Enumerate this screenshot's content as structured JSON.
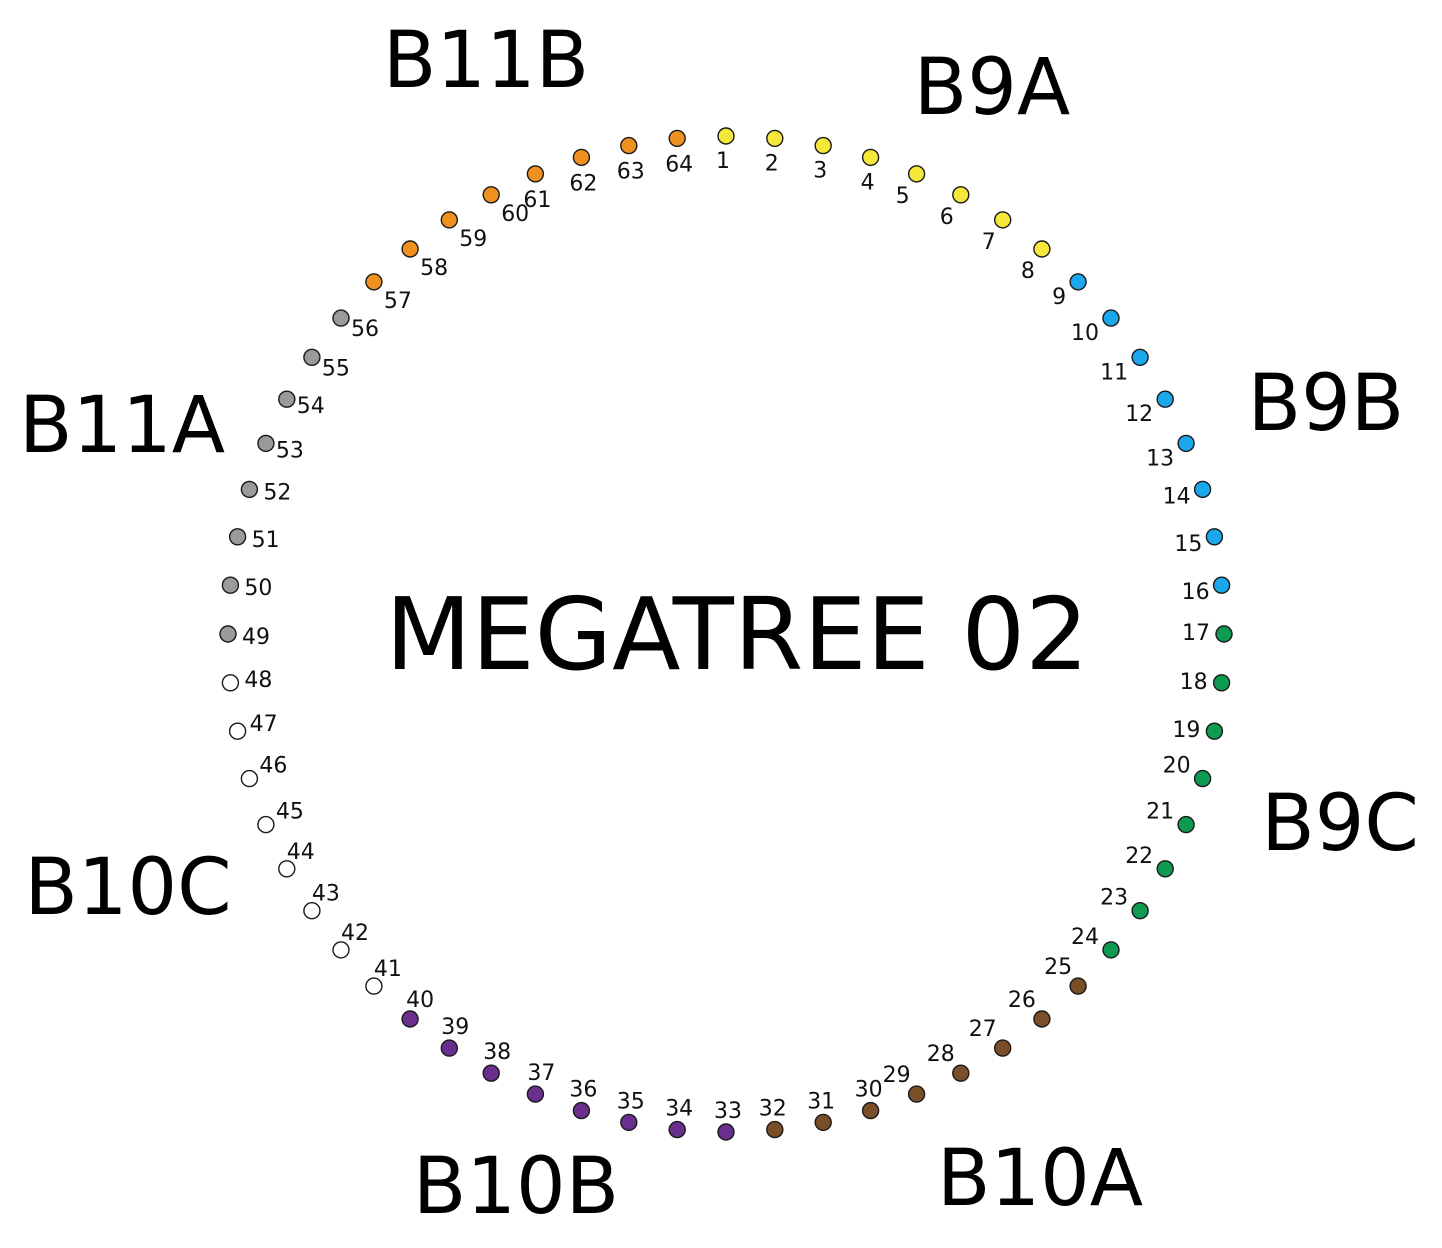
{
  "title": "MEGATREE 02",
  "colors": {
    "yellow": "#f5e83a",
    "blue": "#1aa7ec",
    "green": "#0f9a52",
    "brown": "#7a4f28",
    "purple": "#6a2e8f",
    "white": "#ffffff",
    "gray": "#9a9a9a",
    "orange": "#f0901e"
  },
  "groups": [
    {
      "label": "B9A",
      "color": "yellow",
      "first": 1,
      "last": 8
    },
    {
      "label": "B9B",
      "color": "blue",
      "first": 9,
      "last": 16
    },
    {
      "label": "B9C",
      "color": "green",
      "first": 17,
      "last": 24
    },
    {
      "label": "B10A",
      "color": "brown",
      "first": 25,
      "last": 32
    },
    {
      "label": "B10B",
      "color": "purple",
      "first": 33,
      "last": 40
    },
    {
      "label": "B10C",
      "color": "white",
      "first": 41,
      "last": 48
    },
    {
      "label": "B11A",
      "color": "gray",
      "first": 49,
      "last": 56
    },
    {
      "label": "B11B",
      "color": "orange",
      "first": 57,
      "last": 64
    }
  ],
  "nodes": [
    "1",
    "2",
    "3",
    "4",
    "5",
    "6",
    "7",
    "8",
    "9",
    "10",
    "11",
    "12",
    "13",
    "14",
    "15",
    "16",
    "17",
    "18",
    "19",
    "20",
    "21",
    "22",
    "23",
    "24",
    "25",
    "26",
    "27",
    "28",
    "29",
    "30",
    "31",
    "32",
    "33",
    "34",
    "35",
    "36",
    "37",
    "38",
    "39",
    "40",
    "41",
    "42",
    "43",
    "44",
    "45",
    "46",
    "47",
    "48",
    "49",
    "50",
    "51",
    "52",
    "53",
    "54",
    "55",
    "56",
    "57",
    "58",
    "59",
    "60",
    "61",
    "62",
    "63",
    "64"
  ]
}
